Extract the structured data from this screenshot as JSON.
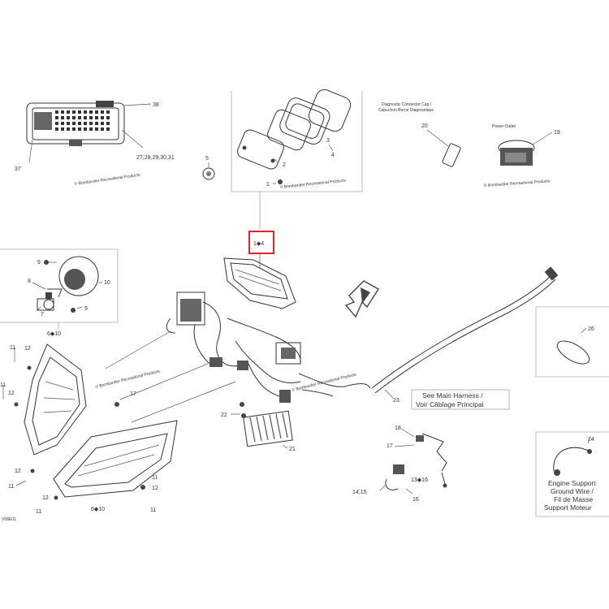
{
  "callouts": {
    "c37": "37",
    "c38": "38",
    "c27": "27,28,29,30,31",
    "c5": "5",
    "c1": "1",
    "c2": "2",
    "c3": "3",
    "c4": "4",
    "c20": "20",
    "c19": "19",
    "sel": "1◆4",
    "c9a": "9",
    "c8": "8",
    "c7": "7",
    "c9b": "9",
    "c10": "10",
    "c610a": "6◆10",
    "c11a": "11",
    "c12a": "12",
    "c11b": "11",
    "c12b": "12",
    "c11c": "11",
    "c12c": "12",
    "c11d": "11",
    "c610b": "6◆10",
    "c12d": "12",
    "c11e": "11",
    "c17": "17",
    "c22": "22",
    "c21": "21",
    "c23": "23",
    "c18": "18",
    "c17b": "17",
    "c1316": "13◆16",
    "c1415": "14,15",
    "c16": "16",
    "c26": "26",
    "c24": "24"
  },
  "notes": {
    "diag_cap_1": "Diagnostic Connector Cap /",
    "diag_cap_2": "Capuchon Borne Diagnostique",
    "power_outlet": "Power Outlet",
    "main_harness_1": "See Main Harness /",
    "main_harness_2": "Voir Câblage Principal",
    "engine_1": "Engine Support",
    "engine_2": "Ground Wire /",
    "engine_3": "Fil de Masse",
    "engine_4": "Support Moteur"
  },
  "watermarks": {
    "w1": "© Bombardier Recreational Products",
    "w2": "© Bombardier Recreational Products",
    "w3": "© Bombardier Recreational Products",
    "w4": "© Bombardier Recreational Products",
    "w5": "© Bombardier Recreational Products"
  },
  "figure_code": "V08E01",
  "highlight_color": "#e8202a"
}
